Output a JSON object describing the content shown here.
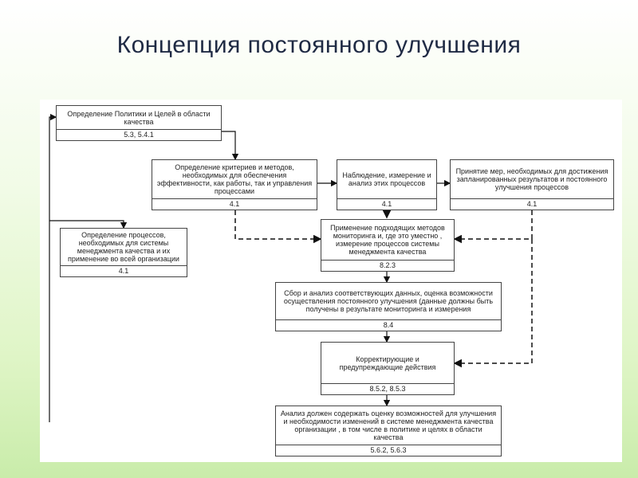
{
  "slide": {
    "title": "Концепция постоянного улучшения"
  },
  "boxes": {
    "policy": {
      "text": "Определение Политики и Целей в области качества",
      "ref": "5.3, 5.4.1"
    },
    "criteria": {
      "text": "Определение критериев и методов, необходимых для обеспечения эффективности, как работы, так и управления процессами",
      "ref": "4.1"
    },
    "observation": {
      "text": "Наблюдение, измерение и анализ этих процессов",
      "ref": "4.1"
    },
    "measures": {
      "text": "Принятие мер, необходимых для достижения запланированных результатов и постоянного улучшения процессов",
      "ref": "4.1"
    },
    "processes": {
      "text": "Определение процессов, необходимых для системы менеджмента качества и их применение во всей организации",
      "ref": "4.1"
    },
    "monitoring": {
      "text": "Применение подходящих методов мониторинга и, где это уместно , измерение процессов системы менеджмента качества",
      "ref": "8.2.3"
    },
    "collection": {
      "text": "Сбор и анализ соответствующих данных, оценка возможности осуществления постоянного улучшения (данные должны быть получены в результате мониторинга и измерения",
      "ref": "8.4"
    },
    "corrective": {
      "text": "Корректирующие и предупреждающие действия",
      "ref": "8.5.2, 8.5.3"
    },
    "analysis": {
      "text": "Анализ должен содержать оценку возможностей для улучшения и необходимости изменений в системе менеджмента качества организации , в том числе в политике и целях в области качества",
      "ref": "5.6.2, 5.6.3"
    }
  }
}
